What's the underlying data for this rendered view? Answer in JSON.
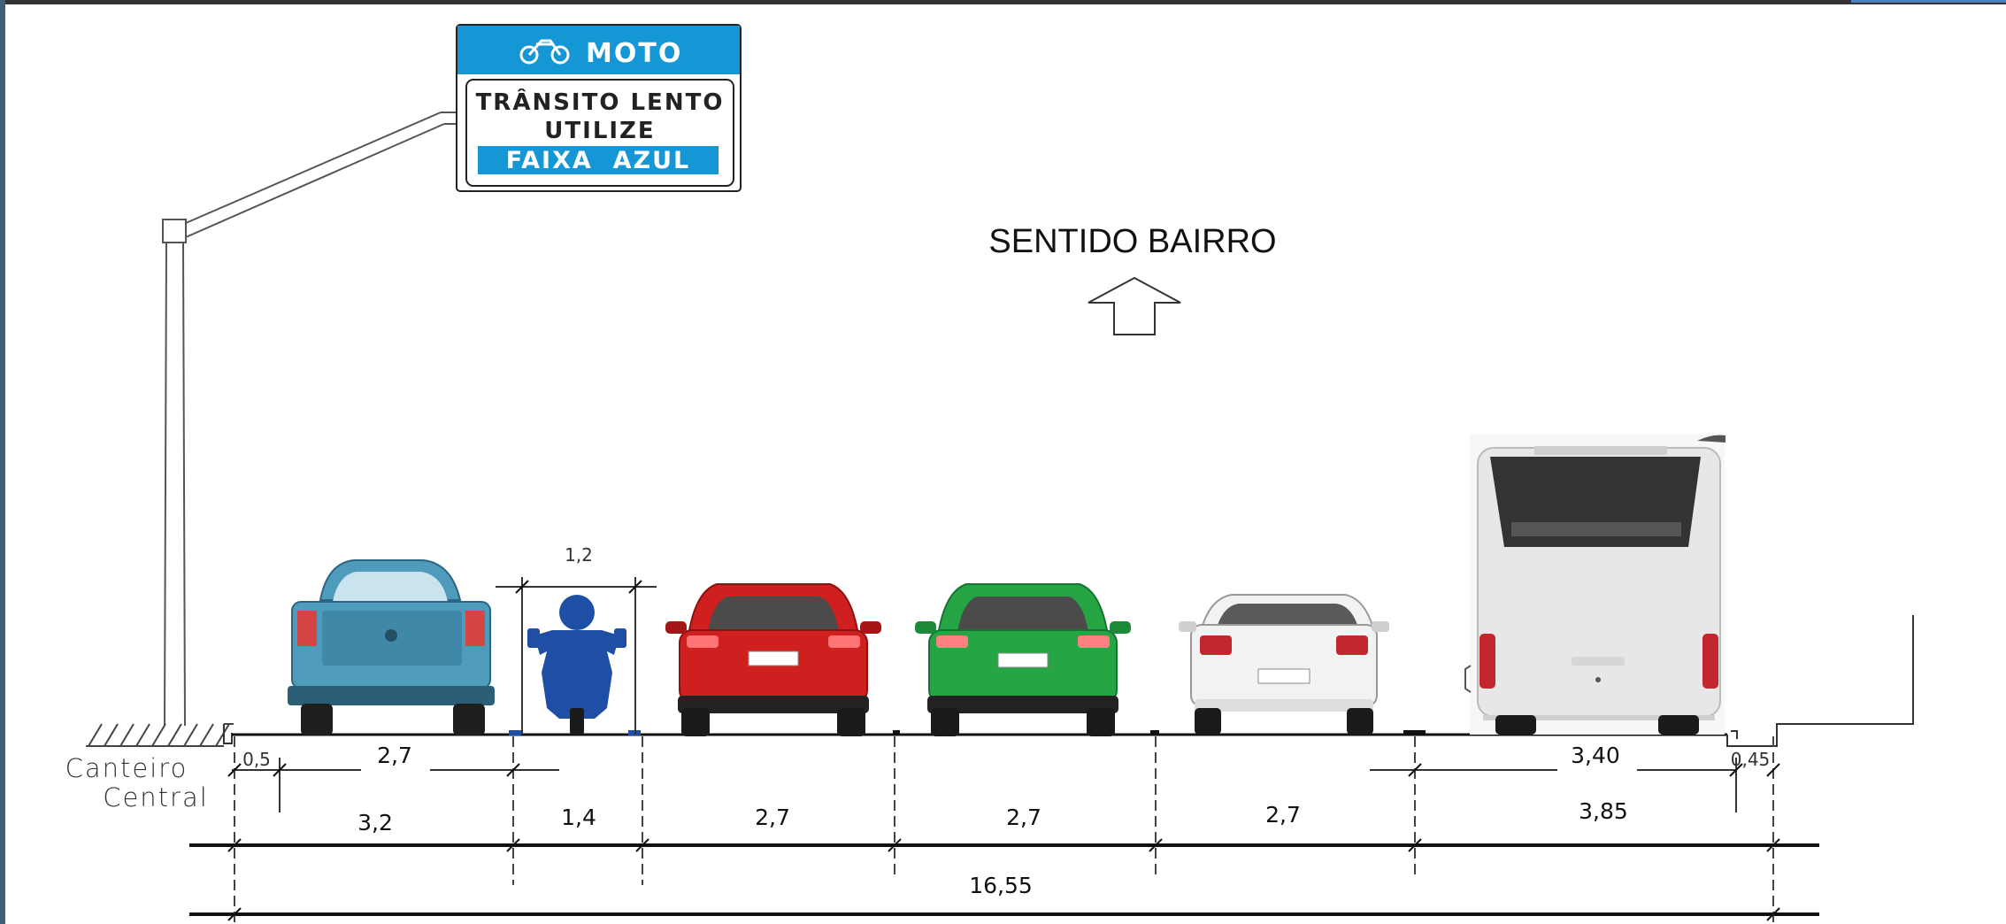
{
  "sign": {
    "header": "MOTO",
    "line1": "TRÂNSITO LENTO",
    "line2": "UTILIZE",
    "line3": "FAIXA  AZUL",
    "color_blue": "#1497d4"
  },
  "direction": {
    "label": "SENTIDO BAIRRO"
  },
  "median": {
    "line1": "Canteiro",
    "line2": "Central"
  },
  "vehicle_colors": {
    "pickup": "#4e9bbb",
    "moto": "#1f4fa5",
    "red_car": "#d01f1f",
    "green_car": "#25a544",
    "white_car": "#f2f2f2",
    "bus": "#e7e7e7"
  },
  "dimensions": {
    "upper": {
      "median_gap": "0,5",
      "pickup_lane": "2,7",
      "moto_width": "1,2",
      "bus_lane": "3,40",
      "curb_gap": "0,45"
    },
    "lanes": [
      "3,2",
      "1,4",
      "2,7",
      "2,7",
      "2,7",
      "3,85"
    ],
    "total": "16,55"
  }
}
